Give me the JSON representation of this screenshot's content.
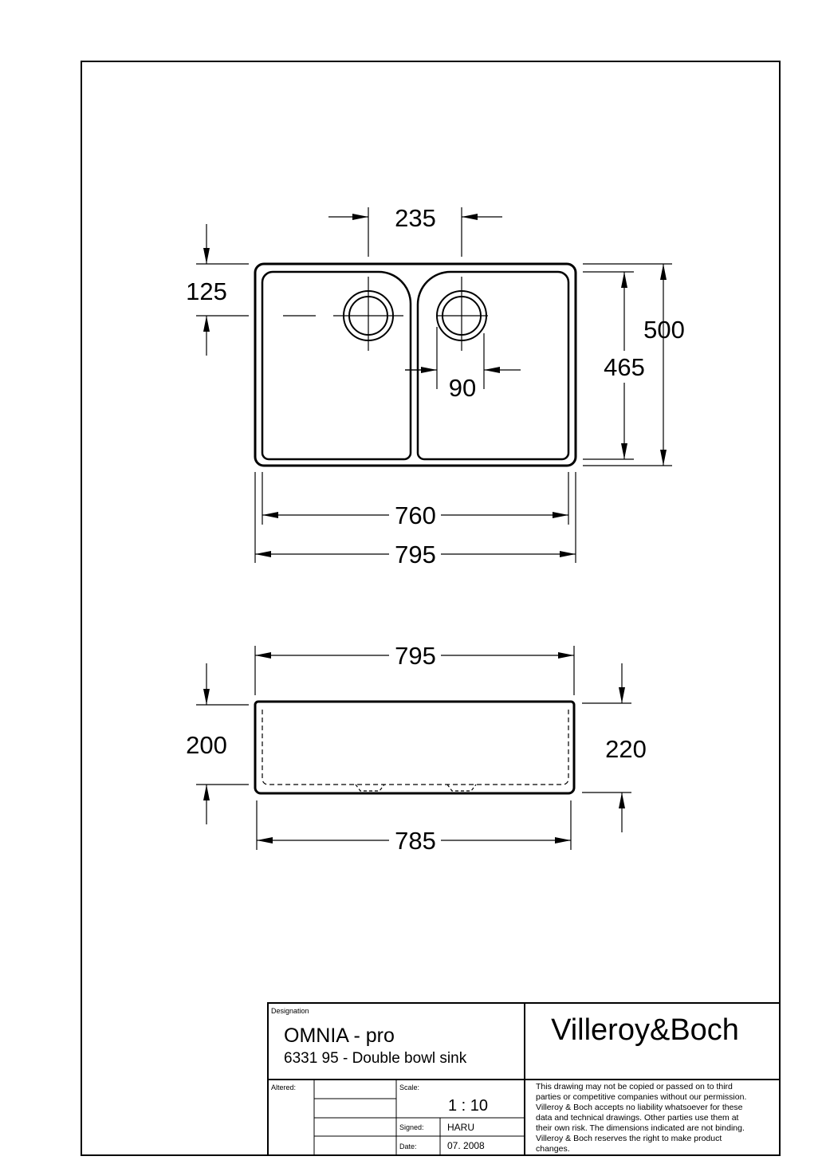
{
  "dimensions": {
    "drain_spacing": "235",
    "drain_offset": "125",
    "outer_depth": "500",
    "inner_depth": "465",
    "drain_diameter": "90",
    "inner_width": "760",
    "outer_width_top": "795",
    "outer_width_front": "795",
    "height_left": "200",
    "height_right": "220",
    "base_width": "785"
  },
  "title_block": {
    "designation_label": "Designation",
    "product_name": "OMNIA - pro",
    "product_desc": "6331 95 - Double bowl sink",
    "brand": "Villeroy&Boch",
    "altered_label": "Altered:",
    "scale_label": "Scale:",
    "scale_value": "1 : 10",
    "signed_label": "Signed:",
    "signed_value": "HARU",
    "date_label": "Date:",
    "date_value": "07. 2008",
    "disclaimer_lines": [
      "This drawing may not be copied or passed on to third",
      "parties or competitive companies without our permission.",
      "Villeroy & Boch accepts no liability whatsoever for these",
      "data and technical drawings. Other parties use them at",
      "their own risk. The dimensions indicated are not binding.",
      "Villeroy & Boch reserves the right to make product",
      "changes."
    ]
  }
}
